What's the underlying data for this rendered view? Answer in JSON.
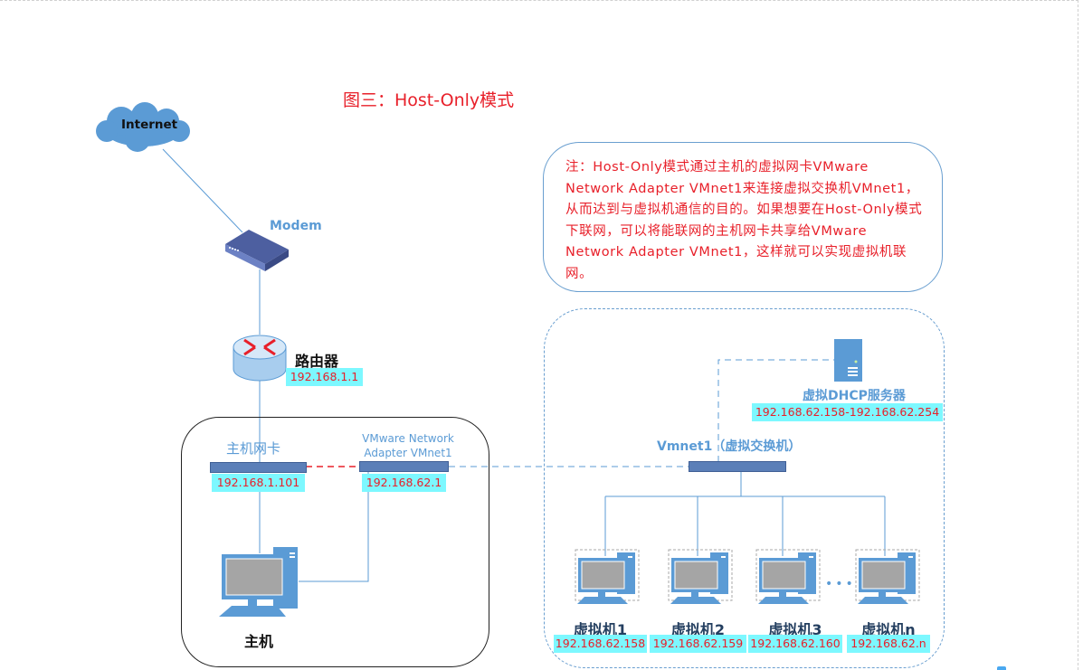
{
  "title": "图三：Host-Only模式",
  "note": "注：Host-Only模式通过主机的虚拟网卡VMware Network Adapter VMnet1来连接虚拟交换机VMnet1，从而达到与虚拟机通信的目的。如果想要在Host-Only模式下联网，可以将能联网的主机网卡共享给VMware Network Adapter VMnet1，这样就可以实现虚拟机联网。",
  "internet": {
    "label": "Internet"
  },
  "modem": {
    "label": "Modem"
  },
  "router": {
    "label": "路由器",
    "ip": "192.168.1.1"
  },
  "host_nic": {
    "label": "主机网卡",
    "ip": "192.168.1.101"
  },
  "vmnet_adapter": {
    "label_line1": "VMware Network",
    "label_line2": "Adapter VMnet1",
    "ip": "192.168.62.1"
  },
  "host": {
    "label": "主机"
  },
  "dhcp": {
    "label": "虚拟DHCP服务器",
    "range": "192.168.62.158-192.168.62.254"
  },
  "vswitch": {
    "label": "Vmnet1（虚拟交换机）"
  },
  "ellipsis": "•••",
  "vms": [
    {
      "label": "虚拟机1",
      "ip": "192.168.62.158"
    },
    {
      "label": "虚拟机2",
      "ip": "192.168.62.159"
    },
    {
      "label": "虚拟机3",
      "ip": "192.168.62.160"
    },
    {
      "label": "虚拟机n",
      "ip": "192.168.62.n"
    }
  ],
  "colors": {
    "accent_red": "#e8202a",
    "link_blue": "#5b9bd5",
    "ip_bg": "#7df8ff"
  }
}
